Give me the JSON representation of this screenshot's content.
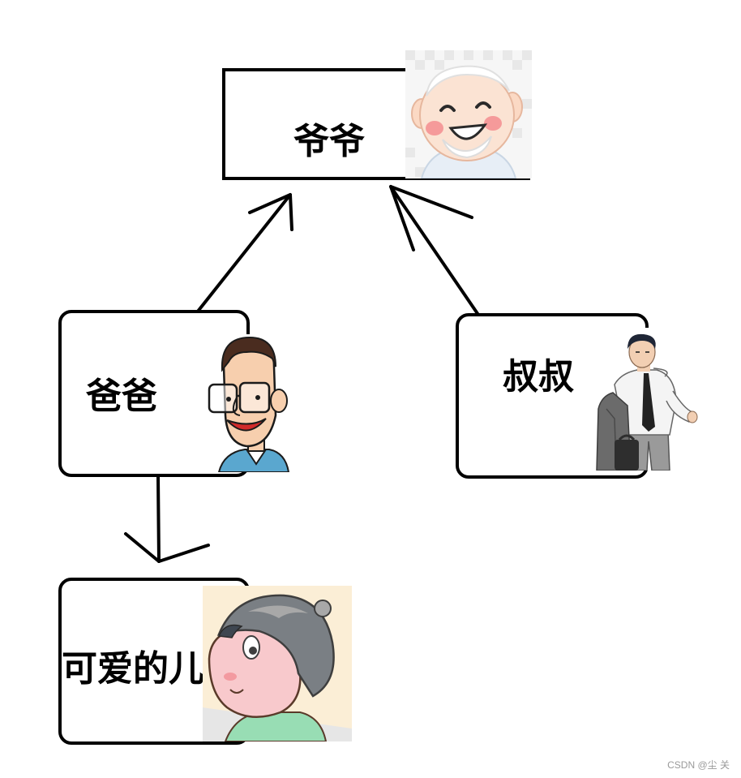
{
  "nodes": {
    "grandpa": {
      "label": "爷爷"
    },
    "dad": {
      "label": "爸爸"
    },
    "uncle": {
      "label": "叔叔"
    },
    "son": {
      "label": "可爱的儿"
    }
  },
  "watermark": "CSDN @尘 关",
  "colors": {
    "stroke": "#000000",
    "background": "#ffffff",
    "skin": "#fbd9c4",
    "cheek": "#f59a9a"
  },
  "edges": [
    {
      "from": "dad",
      "to": "grandpa"
    },
    {
      "from": "uncle",
      "to": "grandpa"
    },
    {
      "from": "dad",
      "to": "son"
    }
  ]
}
